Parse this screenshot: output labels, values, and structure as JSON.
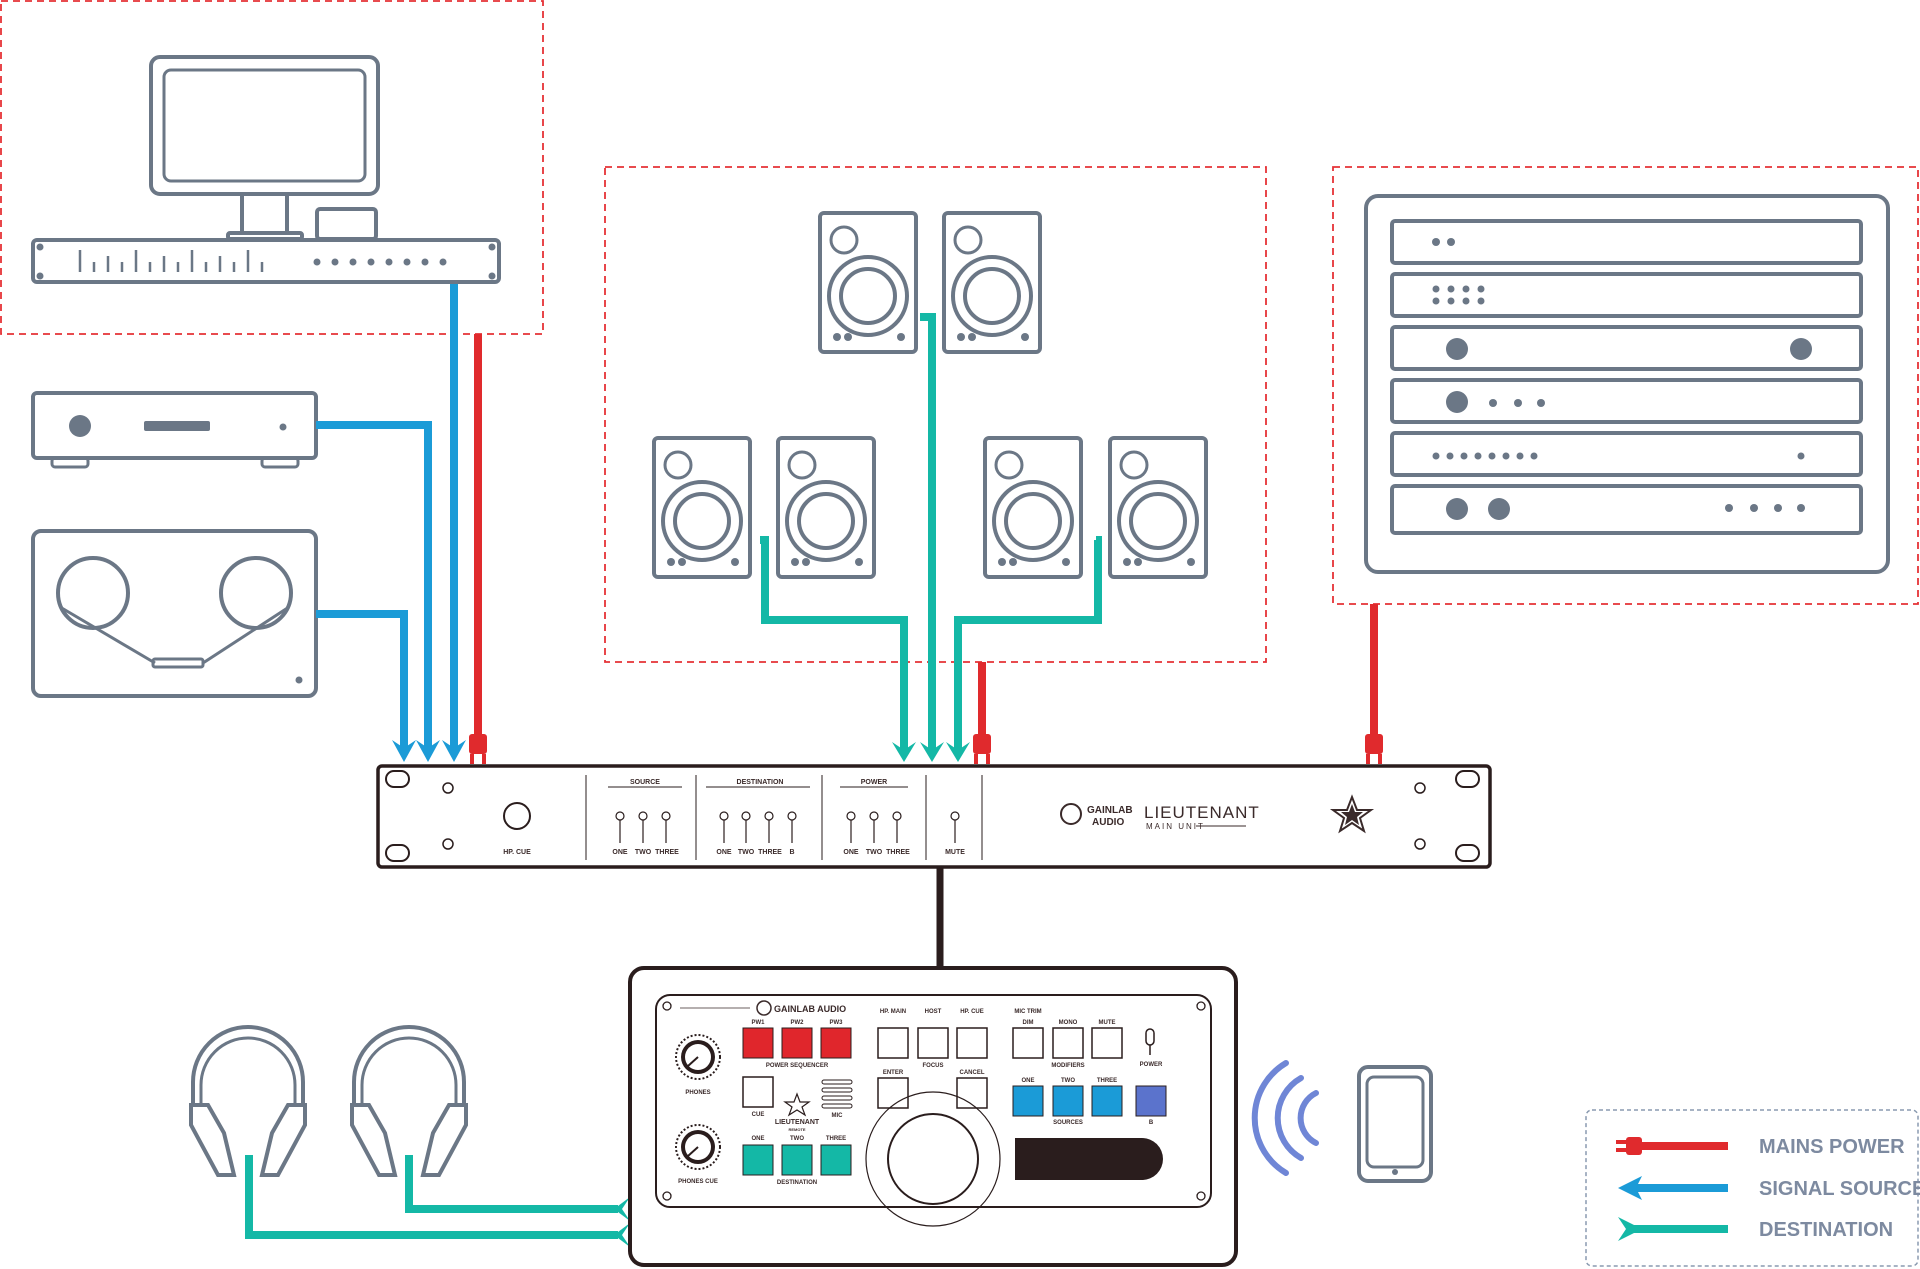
{
  "main_unit": {
    "hp_cue": "HP. CUE",
    "source_title": "SOURCE",
    "destination_title": "DESTINATION",
    "power_title": "POWER",
    "switches": {
      "source_one": "ONE",
      "source_two": "TWO",
      "source_three": "THREE",
      "dest_one": "ONE",
      "dest_two": "TWO",
      "dest_three": "THREE",
      "dest_b": "B",
      "power_one": "ONE",
      "power_two": "TWO",
      "power_three": "THREE",
      "mute": "MUTE"
    },
    "brand": "GAINLAB AUDIO",
    "brand_line1": "GAINLAB",
    "brand_line2": "AUDIO",
    "product": "LIEUTENANT",
    "product_sub": "MAIN UNIT"
  },
  "remote": {
    "brand": "GAINLAB AUDIO",
    "pw1": "PW1",
    "pw2": "PW2",
    "pw3": "PW3",
    "power_sequencer": "POWER SEQUENCER",
    "phones": "PHONES",
    "phones_cue": "PHONES CUE",
    "cue": "CUE",
    "mic": "MIC",
    "logo_name": "LIEUTENANT",
    "logo_sub": "REMOTE",
    "hp_main": "HP. MAIN",
    "host": "HOST",
    "hp_cue": "HP. CUE",
    "focus": "FOCUS",
    "enter": "ENTER",
    "cancel": "CANCEL",
    "mic_trim": "MIC TRIM",
    "dim": "DIM",
    "mono": "MONO",
    "mute": "MUTE",
    "modifiers": "MODIFIERS",
    "power": "POWER",
    "src_one": "ONE",
    "src_two": "TWO",
    "src_three": "THREE",
    "sources": "SOURCES",
    "b": "B",
    "dst_one": "ONE",
    "dst_two": "TWO",
    "dst_three": "THREE",
    "destination": "DESTINATION"
  },
  "legend": {
    "mains_power": "MAINS POWER",
    "signal_source": "SIGNAL SOURCE",
    "destination": "DESTINATION"
  },
  "colors": {
    "mains_power": "#e02a2d",
    "signal_source": "#1b9bd7",
    "destination": "#14b8a6",
    "pw_buttons": "#e0262c",
    "source_buttons": "#1b9bd7",
    "b_button": "#5b73cc",
    "destination_buttons": "#14b8a6",
    "wireless": "#6f86d6"
  }
}
